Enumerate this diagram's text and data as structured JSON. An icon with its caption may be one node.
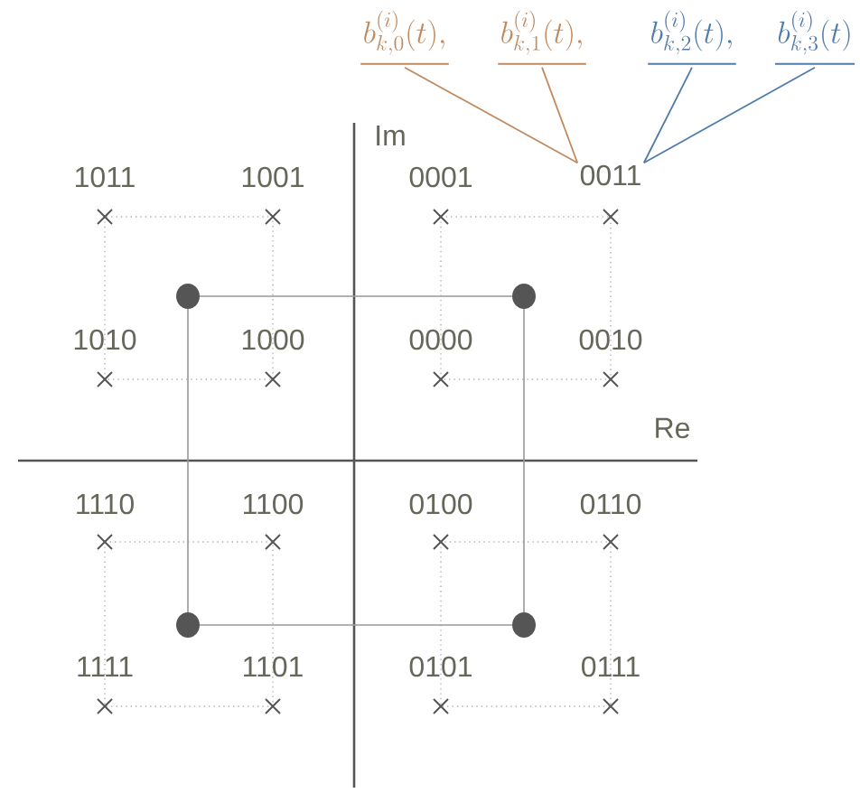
{
  "diagram": {
    "nodes": [
      {
        "text": [
          "b_{k,0}^{(i)}(t),"
        ]
      },
      {
        "text": [
          "b_{k,1}^{(i)}(t),"
        ]
      },
      {
        "text": [
          "b_{k,2}^{(i)}(t),"
        ]
      },
      {
        "text": [
          "b_{k,3}^{(i)}(t)"
        ]
      },
      {
        "text": [
          "0011"
        ]
      }
    ],
    "edges": [
      {
        "from": 0,
        "to": 4,
        "arrow": "none",
        "color": "#c08a5e"
      },
      {
        "from": 1,
        "to": 4,
        "arrow": "none",
        "color": "#c08a5e"
      },
      {
        "from": 2,
        "to": 4,
        "arrow": "none",
        "color": "#4f7bab"
      },
      {
        "from": 3,
        "to": 4,
        "arrow": "none",
        "color": "#4f7bab"
      }
    ],
    "labels": [
      "Im",
      "1011",
      "1001",
      "0001",
      "1010",
      "1000",
      "0000",
      "0010",
      "Re",
      "1110",
      "1100",
      "0100",
      "0110",
      "1111",
      "1101",
      "0101",
      "0111"
    ]
  }
}
